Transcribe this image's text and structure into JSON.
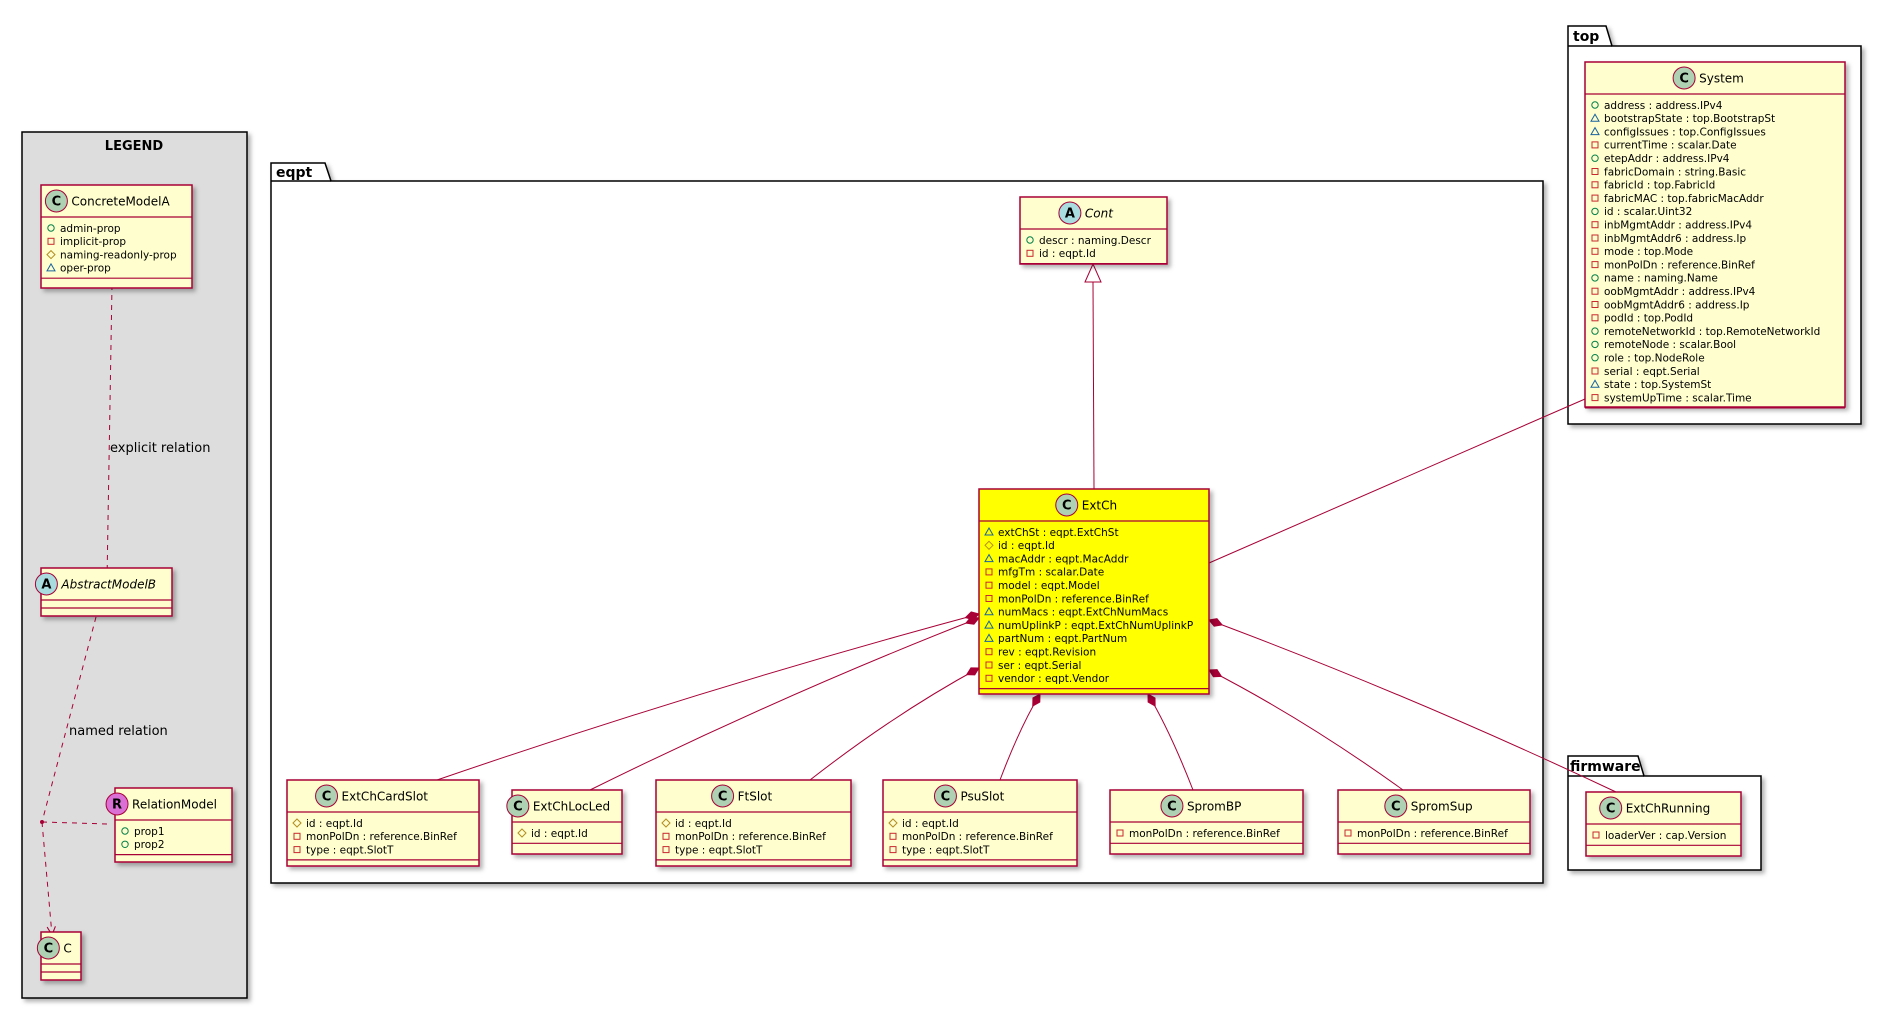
{
  "legend": {
    "title": "LEGEND",
    "classes": [
      {
        "id": "ConcreteModelA",
        "stereo": "C",
        "attrs": [
          [
            "+",
            "admin-prop"
          ],
          [
            "-",
            "implicit-prop"
          ],
          [
            "#",
            "naming-readonly-prop"
          ],
          [
            "~",
            "oper-prop"
          ]
        ]
      },
      {
        "id": "AbstractModelB",
        "stereo": "A",
        "attrs": []
      },
      {
        "id": "RelationModel",
        "stereo": "R",
        "attrs": [
          [
            "+",
            "prop1"
          ],
          [
            "+",
            "prop2"
          ]
        ]
      },
      {
        "id": "C",
        "stereo": "C",
        "attrs": []
      }
    ],
    "explicit_label": "explicit relation",
    "named_label": "named relation"
  },
  "packages": [
    {
      "id": "eqpt",
      "label": "eqpt"
    },
    {
      "id": "top",
      "label": "top"
    },
    {
      "id": "firmware",
      "label": "firmware"
    }
  ],
  "classes": [
    {
      "id": "Cont",
      "stereo": "A",
      "attrs": [
        [
          "+",
          "descr : naming.Descr"
        ],
        [
          "-",
          "id : eqpt.Id"
        ]
      ]
    },
    {
      "id": "ExtCh",
      "stereo": "C",
      "highlight": "#ffff00",
      "attrs": [
        [
          "~",
          "extChSt : eqpt.ExtChSt"
        ],
        [
          "#",
          "id : eqpt.Id"
        ],
        [
          "~",
          "macAddr : eqpt.MacAddr"
        ],
        [
          "-",
          "mfgTm : scalar.Date"
        ],
        [
          "-",
          "model : eqpt.Model"
        ],
        [
          "-",
          "monPolDn : reference.BinRef"
        ],
        [
          "~",
          "numMacs : eqpt.ExtChNumMacs"
        ],
        [
          "~",
          "numUplinkP : eqpt.ExtChNumUplinkP"
        ],
        [
          "~",
          "partNum : eqpt.PartNum"
        ],
        [
          "-",
          "rev : eqpt.Revision"
        ],
        [
          "-",
          "ser : eqpt.Serial"
        ],
        [
          "-",
          "vendor : eqpt.Vendor"
        ]
      ]
    },
    {
      "id": "ExtChCardSlot",
      "stereo": "C",
      "attrs": [
        [
          "#",
          "id : eqpt.Id"
        ],
        [
          "-",
          "monPolDn : reference.BinRef"
        ],
        [
          "-",
          "type : eqpt.SlotT"
        ]
      ]
    },
    {
      "id": "ExtChLocLed",
      "stereo": "C",
      "attrs": [
        [
          "#",
          "id : eqpt.Id"
        ]
      ]
    },
    {
      "id": "FtSlot",
      "stereo": "C",
      "attrs": [
        [
          "#",
          "id : eqpt.Id"
        ],
        [
          "-",
          "monPolDn : reference.BinRef"
        ],
        [
          "-",
          "type : eqpt.SlotT"
        ]
      ]
    },
    {
      "id": "PsuSlot",
      "stereo": "C",
      "attrs": [
        [
          "#",
          "id : eqpt.Id"
        ],
        [
          "-",
          "monPolDn : reference.BinRef"
        ],
        [
          "-",
          "type : eqpt.SlotT"
        ]
      ]
    },
    {
      "id": "SpromBP",
      "stereo": "C",
      "attrs": [
        [
          "-",
          "monPolDn : reference.BinRef"
        ]
      ]
    },
    {
      "id": "SpromSup",
      "stereo": "C",
      "attrs": [
        [
          "-",
          "monPolDn : reference.BinRef"
        ]
      ]
    },
    {
      "id": "System",
      "stereo": "C",
      "attrs": [
        [
          "+",
          "address : address.IPv4"
        ],
        [
          "~",
          "bootstrapState : top.BootstrapSt"
        ],
        [
          "~",
          "configIssues : top.ConfigIssues"
        ],
        [
          "-",
          "currentTime : scalar.Date"
        ],
        [
          "+",
          "etepAddr : address.IPv4"
        ],
        [
          "-",
          "fabricDomain : string.Basic"
        ],
        [
          "-",
          "fabricId : top.FabricId"
        ],
        [
          "-",
          "fabricMAC : top.fabricMacAddr"
        ],
        [
          "+",
          "id : scalar.Uint32"
        ],
        [
          "-",
          "inbMgmtAddr : address.IPv4"
        ],
        [
          "-",
          "inbMgmtAddr6 : address.Ip"
        ],
        [
          "-",
          "mode : top.Mode"
        ],
        [
          "-",
          "monPolDn : reference.BinRef"
        ],
        [
          "+",
          "name : naming.Name"
        ],
        [
          "-",
          "oobMgmtAddr : address.IPv4"
        ],
        [
          "-",
          "oobMgmtAddr6 : address.Ip"
        ],
        [
          "-",
          "podId : top.PodId"
        ],
        [
          "+",
          "remoteNetworkId : top.RemoteNetworkId"
        ],
        [
          "+",
          "remoteNode : scalar.Bool"
        ],
        [
          "+",
          "role : top.NodeRole"
        ],
        [
          "-",
          "serial : eqpt.Serial"
        ],
        [
          "~",
          "state : top.SystemSt"
        ],
        [
          "-",
          "systemUpTime : scalar.Time"
        ]
      ]
    },
    {
      "id": "ExtChRunning",
      "stereo": "C",
      "attrs": [
        [
          "-",
          "loaderVer : cap.Version"
        ]
      ]
    }
  ],
  "relations": [
    {
      "from": "Cont",
      "to": "ExtCh",
      "kind": "generalization"
    },
    {
      "from": "ExtCh",
      "to": "ExtChCardSlot",
      "kind": "composition"
    },
    {
      "from": "ExtCh",
      "to": "ExtChLocLed",
      "kind": "composition"
    },
    {
      "from": "ExtCh",
      "to": "FtSlot",
      "kind": "composition"
    },
    {
      "from": "ExtCh",
      "to": "PsuSlot",
      "kind": "composition"
    },
    {
      "from": "ExtCh",
      "to": "SpromBP",
      "kind": "composition"
    },
    {
      "from": "ExtCh",
      "to": "SpromSup",
      "kind": "composition"
    },
    {
      "from": "ExtCh",
      "to": "ExtChRunning",
      "kind": "composition"
    },
    {
      "from": "System",
      "to": "ExtCh",
      "kind": "composition"
    }
  ],
  "colors": {
    "class_fill": "#fefece",
    "class_border": "#a80036",
    "highlight": "#ffff00",
    "legend_bg": "#dddddd",
    "stereo_c": "#add1b2",
    "stereo_a": "#a9dcdf",
    "stereo_r": "#da70d6",
    "line": "#a80036"
  }
}
